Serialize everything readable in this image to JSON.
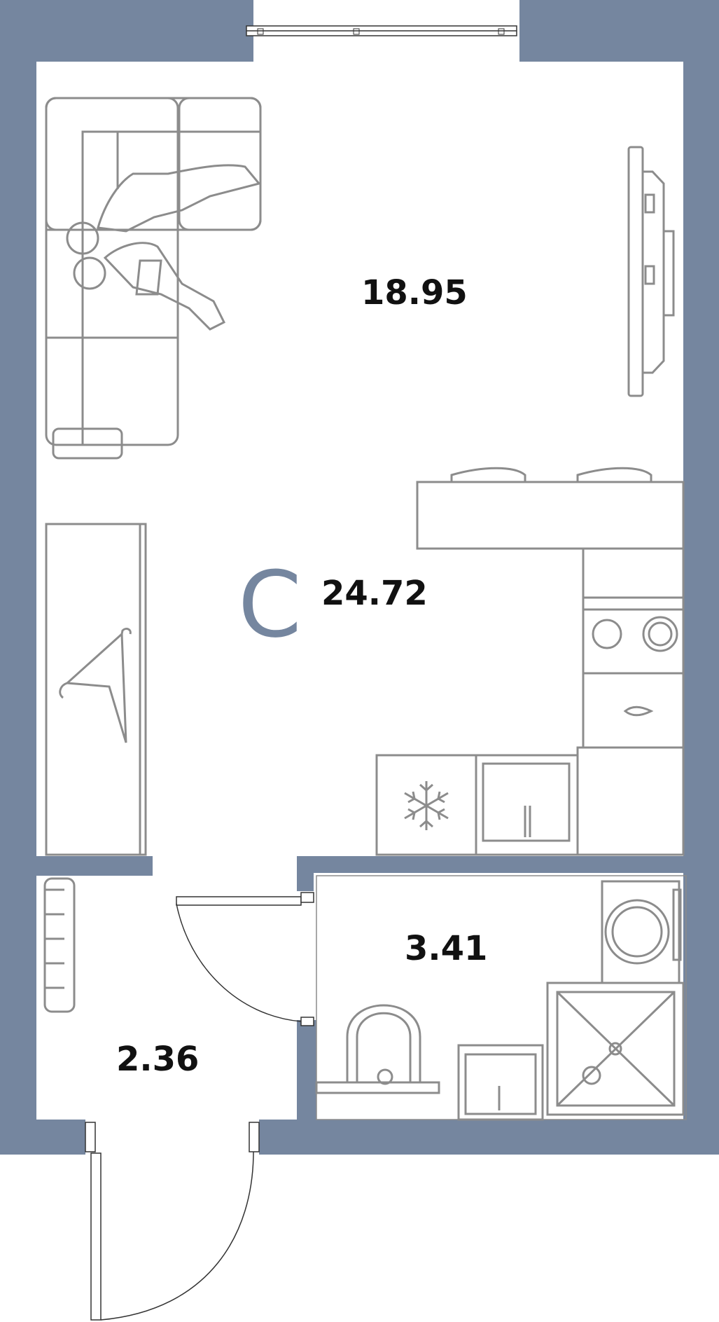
{
  "plan": {
    "apartment_type": "С",
    "total_area": "24.72",
    "rooms": [
      {
        "id": "living-kitchen",
        "area": "18.95"
      },
      {
        "id": "bathroom",
        "area": "3.41"
      },
      {
        "id": "hallway",
        "area": "2.36"
      }
    ],
    "colors": {
      "wall": "#75869f",
      "furniture": "#8c8c8c",
      "text": "#111111",
      "background": "#ffffff"
    }
  }
}
